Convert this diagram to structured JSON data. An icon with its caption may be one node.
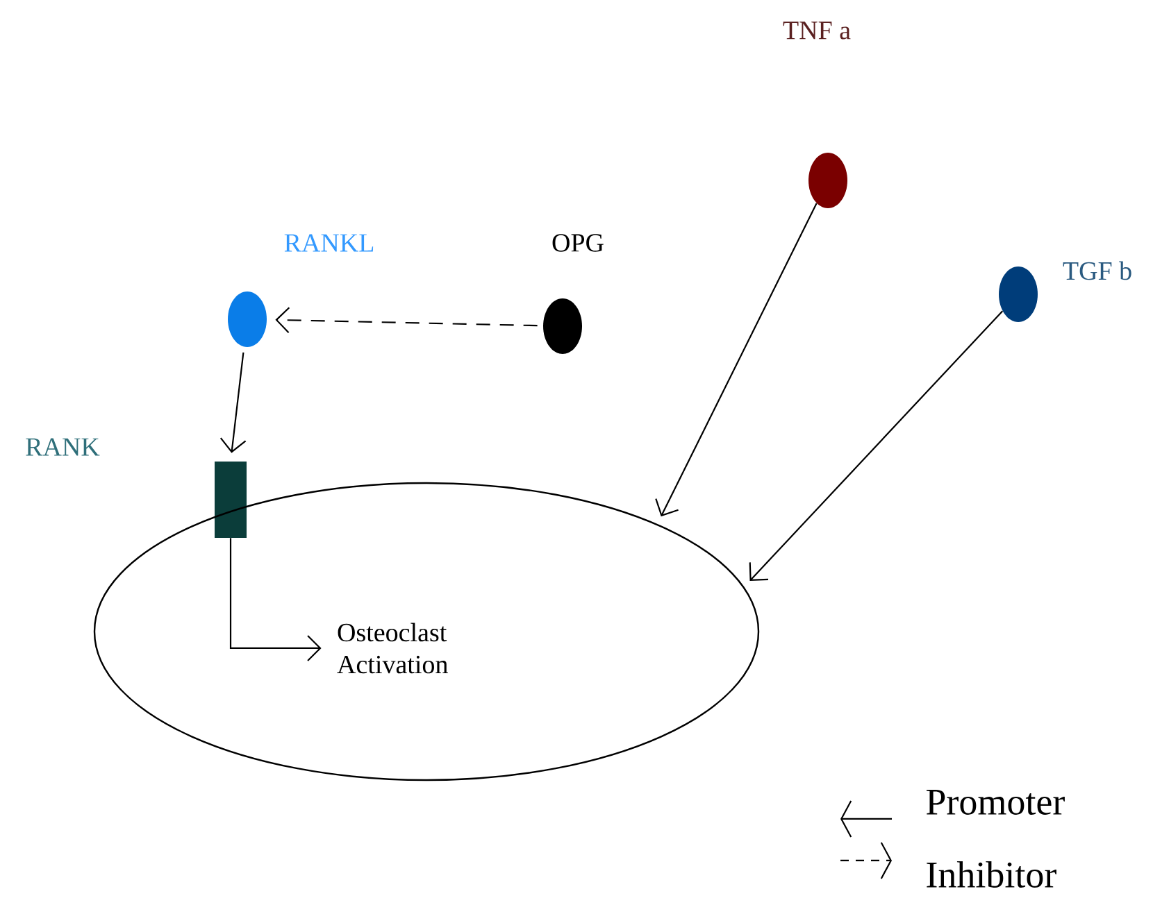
{
  "diagram": {
    "nodes": [
      {
        "text": [
          "TNF a"
        ]
      },
      {
        "text": [
          "RANKL"
        ]
      },
      {
        "text": [
          "OPG"
        ]
      },
      {
        "text": [
          "TGF b"
        ]
      },
      {
        "text": [
          "RANK"
        ]
      },
      {
        "text": [],
        "shape": "ellipse"
      },
      {
        "text": [
          "Osteoclast Activation"
        ],
        "in": 5
      }
    ],
    "edges": [
      {
        "from": 2,
        "to": 1,
        "arrow": "to",
        "style": "dashed"
      },
      {
        "from": 1,
        "to": 4,
        "arrow": "to"
      },
      {
        "from": 4,
        "to": 6,
        "arrow": "to"
      },
      {
        "from": 0,
        "to": 5,
        "arrow": "to"
      },
      {
        "from": 3,
        "to": 5,
        "arrow": "to"
      }
    ],
    "legend": [
      {
        "text": "Promoter"
      },
      {
        "text": "Inhibitor"
      }
    ]
  }
}
